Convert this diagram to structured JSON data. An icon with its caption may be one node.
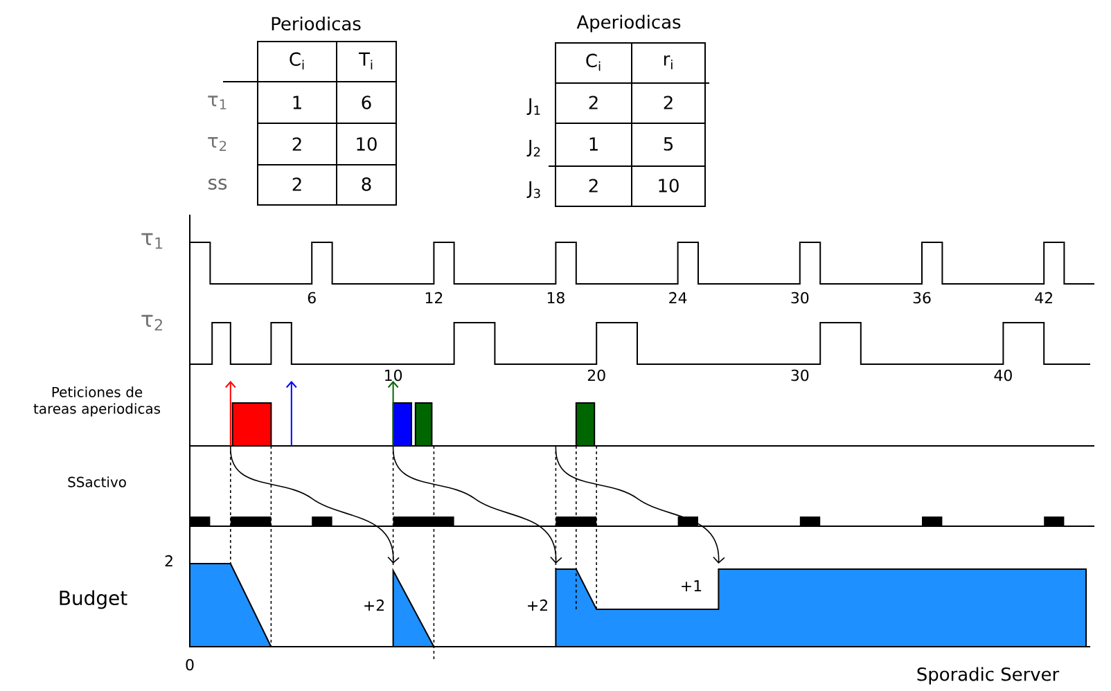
{
  "diagram": {
    "labels": [
      "Periodicas",
      "C$_{i}$",
      "T$_{i}$",
      "τ$_{1}$",
      "1",
      "6",
      "τ$_{2}$",
      "2",
      "10",
      "ss",
      "2",
      "8",
      "Aperiodicas",
      "C$_{i}$",
      "r$_{i}$",
      "J$_{1}$",
      "2",
      "2",
      "J$_{2}$",
      "1",
      "5",
      "J$_{3}$",
      "2",
      "10",
      "τ$_{1}$",
      "6",
      "12",
      "18",
      "24",
      "30",
      "36",
      "42",
      "τ$_{2}$",
      "10",
      "20",
      "30",
      "40",
      "Peticiones de tareas aperiodicas",
      "SSactivo",
      "2",
      "Budget",
      "0",
      "+2",
      "+2",
      "+1",
      "Sporadic Server"
    ]
  }
}
